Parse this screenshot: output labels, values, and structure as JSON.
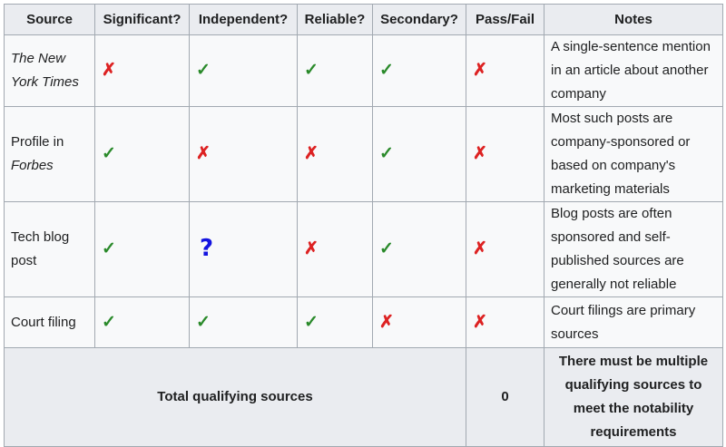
{
  "headers": [
    "Source",
    "Significant?",
    "Independent?",
    "Reliable?",
    "Secondary?",
    "Pass/Fail",
    "Notes"
  ],
  "rows": [
    {
      "source_parts": [
        {
          "text": "The New York Times",
          "italic": true
        }
      ],
      "marks": [
        "cross",
        "tick",
        "tick",
        "tick",
        "cross"
      ],
      "notes": "A single-sentence mention in an article about another company"
    },
    {
      "source_parts": [
        {
          "text": "Profile in ",
          "italic": false
        },
        {
          "text": "Forbes",
          "italic": true
        }
      ],
      "marks": [
        "tick",
        "cross",
        "cross",
        "tick",
        "cross"
      ],
      "notes": "Most such posts are company-sponsored or based on company's marketing materials"
    },
    {
      "source_parts": [
        {
          "text": "Tech blog post",
          "italic": false
        }
      ],
      "marks": [
        "tick",
        "question",
        "cross",
        "tick",
        "cross"
      ],
      "notes": "Blog posts are often sponsored and self-published sources are generally not reliable"
    },
    {
      "source_parts": [
        {
          "text": "Court filing",
          "italic": false
        }
      ],
      "marks": [
        "tick",
        "tick",
        "tick",
        "cross",
        "cross"
      ],
      "notes": "Court filings are primary sources"
    }
  ],
  "total": {
    "label": "Total qualifying sources",
    "value": "0",
    "note": "There must be multiple qualifying sources to meet the notability requirements"
  },
  "icons": {
    "tick": {
      "glyph": "✓",
      "name": "checkmark-icon",
      "color": "#2a8a2a"
    },
    "cross": {
      "glyph": "✗",
      "name": "cross-icon",
      "color": "#dd2222"
    },
    "question": {
      "glyph": "?",
      "name": "question-mark-icon",
      "color": "#1414e0"
    }
  }
}
